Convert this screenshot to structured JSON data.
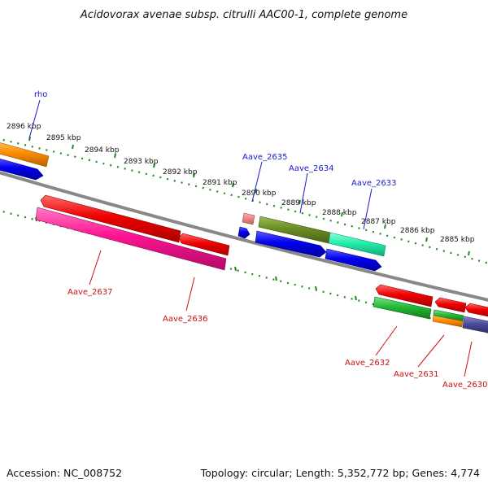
{
  "title": "Acidovorax avenae subsp. citrulli AAC00-1, complete genome",
  "accession": "Accession: NC_008752",
  "summary": "Topology: circular; Length: 5,352,772 bp; Genes: 4,774",
  "ticks": [
    "2896 kbp",
    "2895 kbp",
    "2894 kbp",
    "2893 kbp",
    "2892 kbp",
    "2891 kbp",
    "2890 kbp",
    "2889 kbp",
    "2888 kbp",
    "2887 kbp",
    "2886 kbp",
    "2885 kbp"
  ],
  "genes_top": [
    {
      "label": "rho",
      "color": "#0000ee"
    },
    {
      "label": "Aave_2635",
      "color": "#ee8888"
    },
    {
      "label": "Aave_2634",
      "color": "#6b8e23"
    },
    {
      "label": "Aave_2633",
      "color": "#22eeaa"
    }
  ],
  "genes_bottom": [
    {
      "label": "Aave_2637",
      "color": "#ff1493"
    },
    {
      "label": "Aave_2636",
      "color": "#ee0000"
    },
    {
      "label": "Aave_2632",
      "color": "#22bb33"
    },
    {
      "label": "Aave_2631",
      "color": "#ff8c00"
    },
    {
      "label": "Aave_2630",
      "color": "#4b4a99"
    }
  ],
  "colors": {
    "tick_green": "#1f8a1f",
    "backbone": "#888888",
    "label_blue": "#1a1acc",
    "label_red": "#cc1111"
  }
}
